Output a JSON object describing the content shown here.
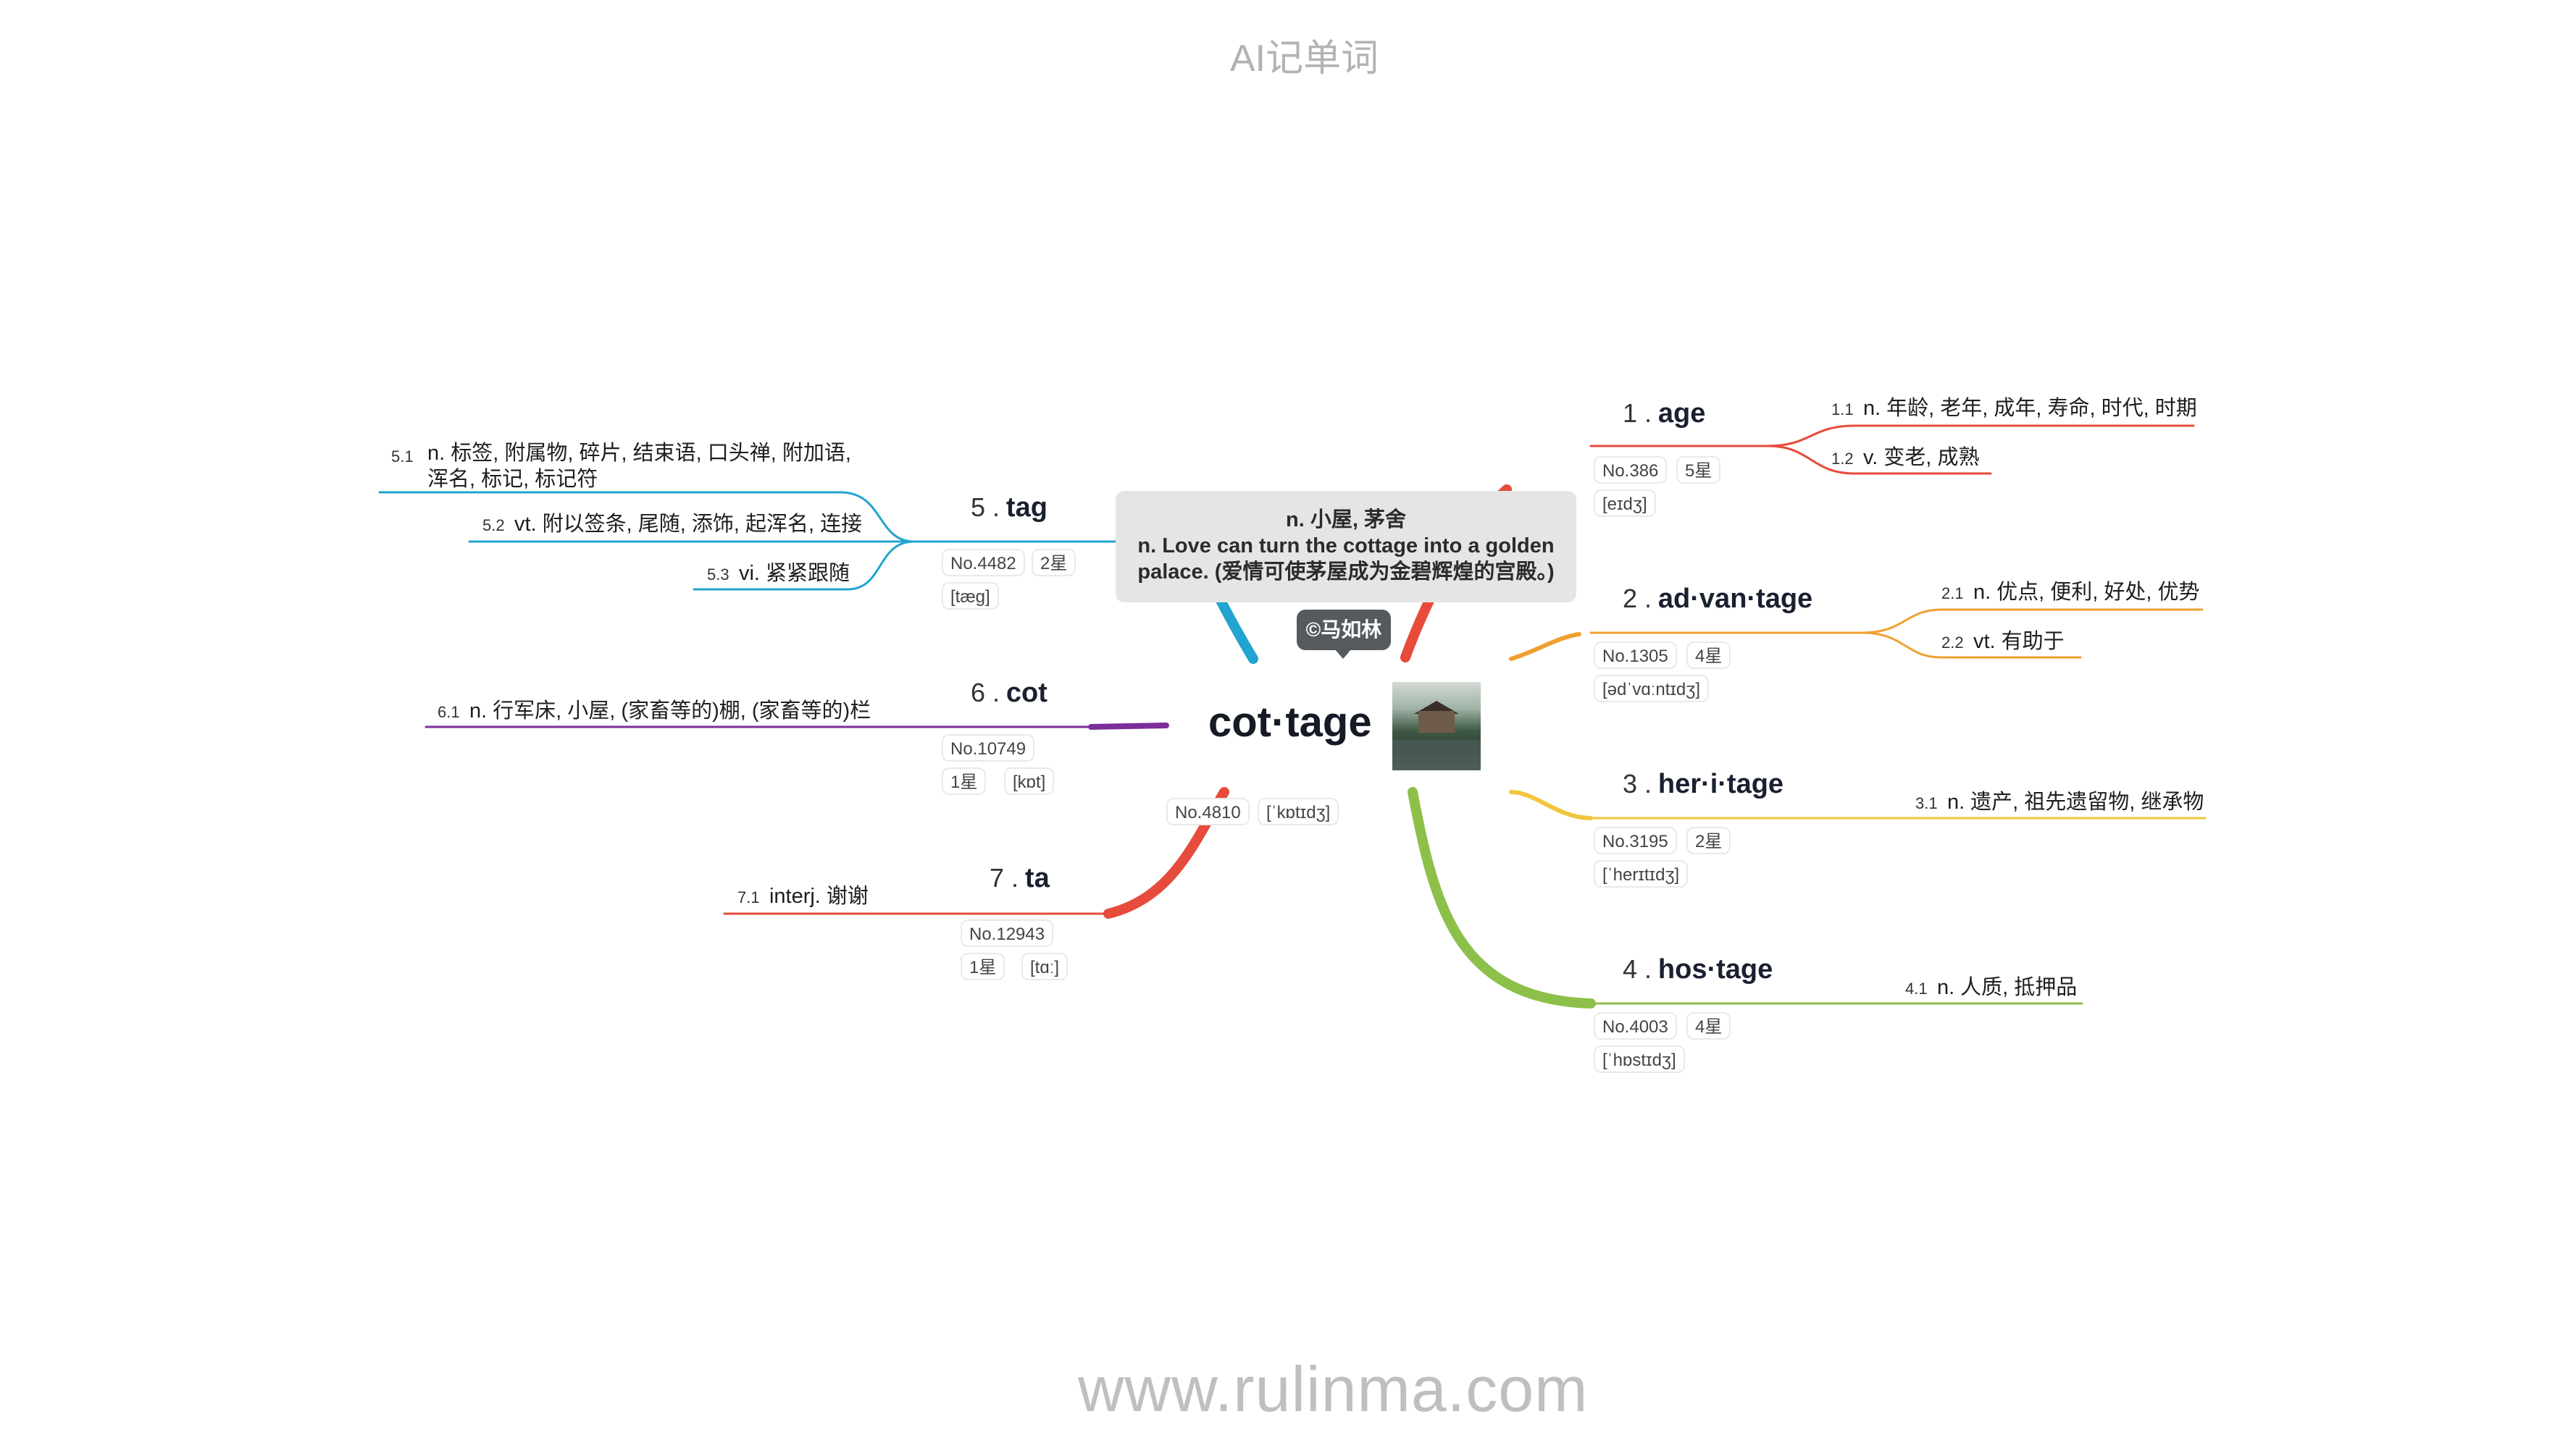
{
  "app_title": "AI记单词",
  "footer": "www.rulinma.com",
  "center": {
    "word": "cot·tage",
    "no": "No.4810",
    "ipa": "[ˈkɒtɪdʒ]"
  },
  "tooltip": {
    "line1": "n. 小屋, 茅舍",
    "line2": "n. Love can turn the cottage into a golden",
    "line3": "palace. (爱情可使茅屋成为金碧辉煌的宫殿。)"
  },
  "badge": "©马如林",
  "colors": {
    "age": "#e64b3c",
    "advantage": "#f0a030",
    "heritage": "#f2c53d",
    "hostage": "#8dc04a",
    "tag": "#21a4cf",
    "cot": "#7b2d9a",
    "ta": "#e64b3c"
  },
  "branches": {
    "age": {
      "num": "1 .",
      "word": "age",
      "no": "No.386",
      "star": "5星",
      "ipa": "[eɪdʒ]",
      "senses": [
        {
          "num": "1.1",
          "text": "n. 年龄, 老年, 成年, 寿命, 时代, 时期"
        },
        {
          "num": "1.2",
          "text": "v. 变老, 成熟"
        }
      ]
    },
    "advantage": {
      "num": "2 .",
      "word": "ad·van·tage",
      "no": "No.1305",
      "star": "4星",
      "ipa": "[ədˈvɑːntɪdʒ]",
      "senses": [
        {
          "num": "2.1",
          "text": "n. 优点, 便利, 好处, 优势"
        },
        {
          "num": "2.2",
          "text": "vt. 有助于"
        }
      ]
    },
    "heritage": {
      "num": "3 .",
      "word": "her·i·tage",
      "no": "No.3195",
      "star": "2星",
      "ipa": "[ˈherɪtɪdʒ]",
      "senses": [
        {
          "num": "3.1",
          "text": "n. 遗产, 祖先遗留物, 继承物"
        }
      ]
    },
    "hostage": {
      "num": "4 .",
      "word": "hos·tage",
      "no": "No.4003",
      "star": "4星",
      "ipa": "[ˈhɒstɪdʒ]",
      "senses": [
        {
          "num": "4.1",
          "text": "n. 人质, 抵押品"
        }
      ]
    },
    "tag": {
      "num": "5 .",
      "word": "tag",
      "no": "No.4482",
      "star": "2星",
      "ipa": "[tæg]",
      "senses": [
        {
          "num": "5.1",
          "text": "n. 标签, 附属物, 碎片, 结束语, 口头禅, 附加语, 浑名, 标记, 标记符"
        },
        {
          "num": "5.2",
          "text": "vt. 附以签条, 尾随, 添饰, 起浑名, 连接"
        },
        {
          "num": "5.3",
          "text": "vi. 紧紧跟随"
        }
      ]
    },
    "cot": {
      "num": "6 .",
      "word": "cot",
      "no": "No.10749",
      "star": "1星",
      "ipa": "[kɒt]",
      "senses": [
        {
          "num": "6.1",
          "text": "n. 行军床, 小屋, (家畜等的)棚, (家畜等的)栏"
        }
      ]
    },
    "ta": {
      "num": "7 .",
      "word": "ta",
      "no": "No.12943",
      "star": "1星",
      "ipa": "[tɑː]",
      "senses": [
        {
          "num": "7.1",
          "text": "interj. 谢谢"
        }
      ]
    }
  }
}
